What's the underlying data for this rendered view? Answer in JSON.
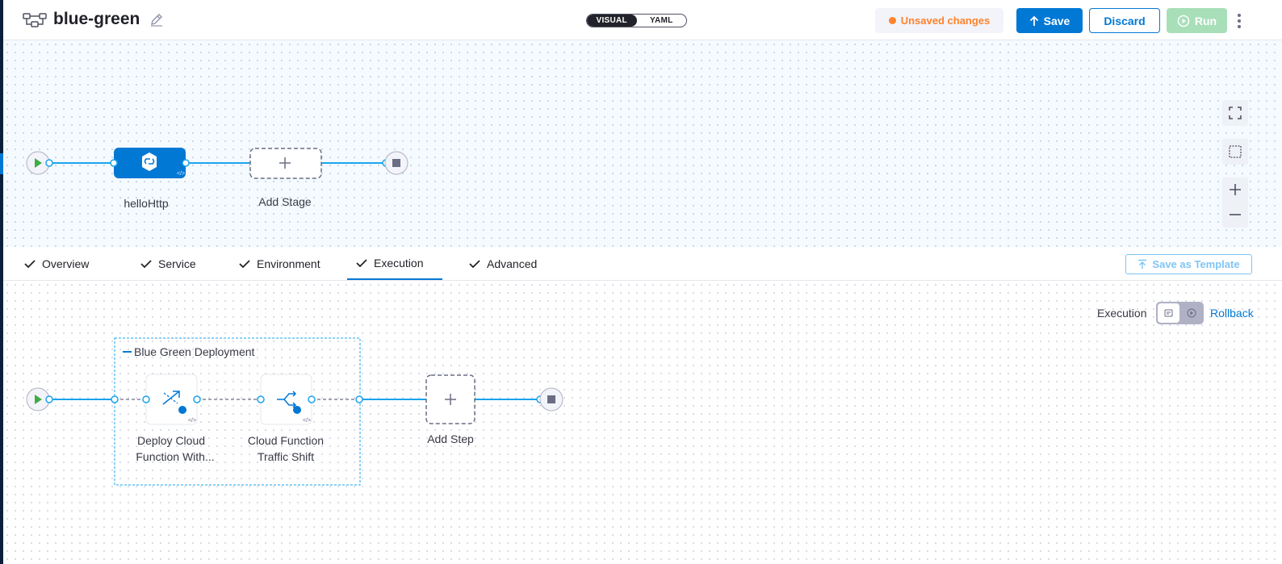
{
  "header": {
    "pipeline_name": "blue-green",
    "view_modes": [
      "VISUAL",
      "YAML"
    ],
    "active_view": "VISUAL",
    "unsaved_text": "Unsaved changes",
    "save_label": "Save",
    "discard_label": "Discard",
    "run_label": "Run"
  },
  "stages": {
    "items": [
      {
        "name": "helloHttp",
        "icon": "cloud-function-icon"
      }
    ],
    "add_label": "Add Stage"
  },
  "tabs": {
    "items": [
      {
        "label": "Overview",
        "completed": true
      },
      {
        "label": "Service",
        "completed": true
      },
      {
        "label": "Environment",
        "completed": true
      },
      {
        "label": "Execution",
        "completed": true,
        "active": true
      },
      {
        "label": "Advanced",
        "completed": true
      }
    ],
    "save_template_label": "Save as Template"
  },
  "execution": {
    "toggle_label": "Execution",
    "rollback_label": "Rollback",
    "group": {
      "name": "Blue Green Deployment",
      "steps": [
        {
          "label_line1": "Deploy Cloud",
          "label_line2": "Function With...",
          "icon": "deploy-cloud-function-icon"
        },
        {
          "label_line1": "Cloud Function",
          "label_line2": "Traffic Shift",
          "icon": "traffic-shift-icon"
        }
      ]
    },
    "add_step_label": "Add Step"
  },
  "colors": {
    "brand_blue": "#0278d5",
    "line_blue": "#1ba4ed",
    "warning_orange": "#ff832b",
    "run_disabled": "#a8dfb9",
    "canvas_bg": "#f4fafe"
  }
}
